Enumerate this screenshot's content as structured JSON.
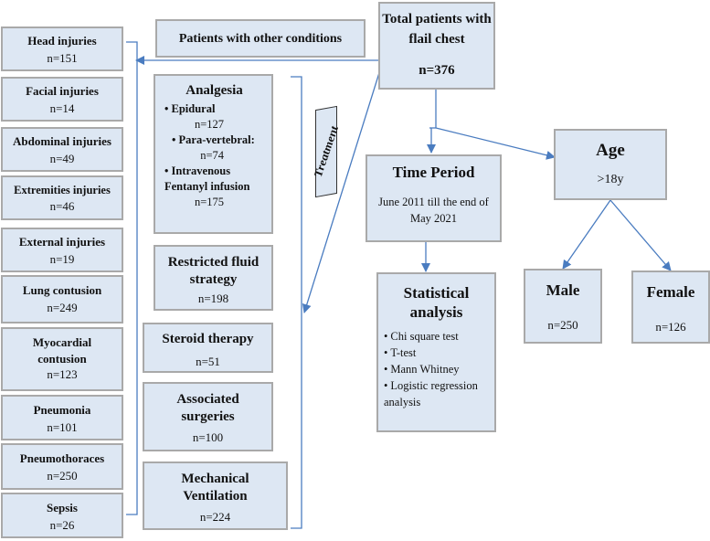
{
  "total": {
    "title": "Total patients with flail chest",
    "n": "n=376"
  },
  "other_conditions": {
    "label": "Patients with other conditions"
  },
  "time_period": {
    "title": "Time Period",
    "text": "June 2011 till the end of May 2021"
  },
  "age": {
    "title": "Age",
    "value": ">18y"
  },
  "male": {
    "title": "Male",
    "n": "n=250"
  },
  "female": {
    "title": "Female",
    "n": "n=126"
  },
  "statistical": {
    "title": "Statistical analysis",
    "tests": [
      "Chi square test",
      "T-test",
      "Mann Whitney",
      "Logistic regression analysis"
    ]
  },
  "treatment_label": "Treatment",
  "analgesia": {
    "title": "Analgesia",
    "items": [
      {
        "name": "Epidural",
        "n": "n=127"
      },
      {
        "name": "Para-vertebral:",
        "n": "n=74"
      },
      {
        "name": "Intravenous Fentanyl infusion",
        "n": "n=175"
      }
    ]
  },
  "treatments": [
    {
      "title": "Restricted fluid strategy",
      "n": "n=198"
    },
    {
      "title": "Steroid therapy",
      "n": "n=51"
    },
    {
      "title": "Associated surgeries",
      "n": "n=100"
    },
    {
      "title": "Mechanical Ventilation",
      "n": "n=224"
    }
  ],
  "conditions": [
    {
      "name": "Head injuries",
      "n": "n=151"
    },
    {
      "name": "Facial injuries",
      "n": "n=14"
    },
    {
      "name": "Abdominal injuries",
      "n": "n=49"
    },
    {
      "name": "Extremities injuries",
      "n": "n=46"
    },
    {
      "name": "External injuries",
      "n": "n=19"
    },
    {
      "name": "Lung contusion",
      "n": "n=249"
    },
    {
      "name": "Myocardial contusion",
      "n": "n=123"
    },
    {
      "name": "Pneumonia",
      "n": "n=101"
    },
    {
      "name": "Pneumothoraces",
      "n": "n=250"
    },
    {
      "name": "Sepsis",
      "n": "n=26"
    }
  ],
  "colors": {
    "box_fill": "#dde7f3",
    "box_border": "#a9a9a9",
    "arrow": "#4a7cc0"
  }
}
